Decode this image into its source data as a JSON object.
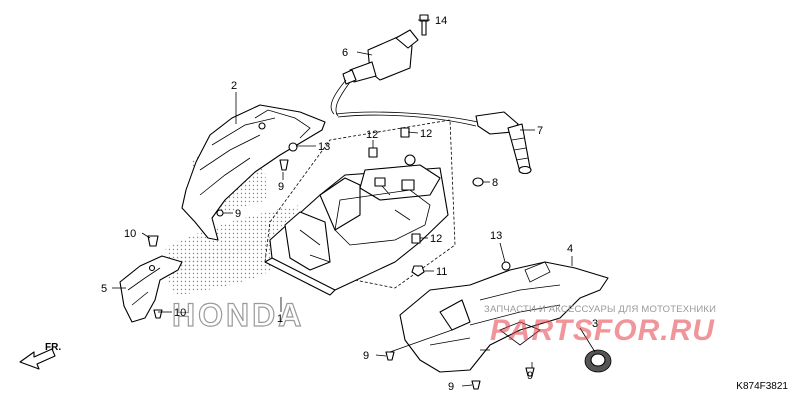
{
  "diagram": {
    "code": "K874F3821",
    "direction_label": "FR.",
    "brand_mark": "HONDA",
    "watermark": {
      "caption": "ЗАПЧАСТИ И АКСЕССУАРЫ ДЛЯ МОТОТЕХНИКИ",
      "brand": "PARTSFOR.RU"
    },
    "callouts": [
      {
        "id": "c1",
        "label": "1"
      },
      {
        "id": "c2",
        "label": "2"
      },
      {
        "id": "c3",
        "label": "3"
      },
      {
        "id": "c4",
        "label": "4"
      },
      {
        "id": "c5",
        "label": "5"
      },
      {
        "id": "c6",
        "label": "6"
      },
      {
        "id": "c7",
        "label": "7"
      },
      {
        "id": "c8",
        "label": "8"
      },
      {
        "id": "c9a",
        "label": "9"
      },
      {
        "id": "c9b",
        "label": "9"
      },
      {
        "id": "c9c",
        "label": "9"
      },
      {
        "id": "c9d",
        "label": "9"
      },
      {
        "id": "c9e",
        "label": "9"
      },
      {
        "id": "c10a",
        "label": "10"
      },
      {
        "id": "c10b",
        "label": "10"
      },
      {
        "id": "c11",
        "label": "11"
      },
      {
        "id": "c12a",
        "label": "12"
      },
      {
        "id": "c12b",
        "label": "12"
      },
      {
        "id": "c12c",
        "label": "12"
      },
      {
        "id": "c13a",
        "label": "13"
      },
      {
        "id": "c13b",
        "label": "13"
      },
      {
        "id": "c14",
        "label": "14"
      }
    ]
  }
}
